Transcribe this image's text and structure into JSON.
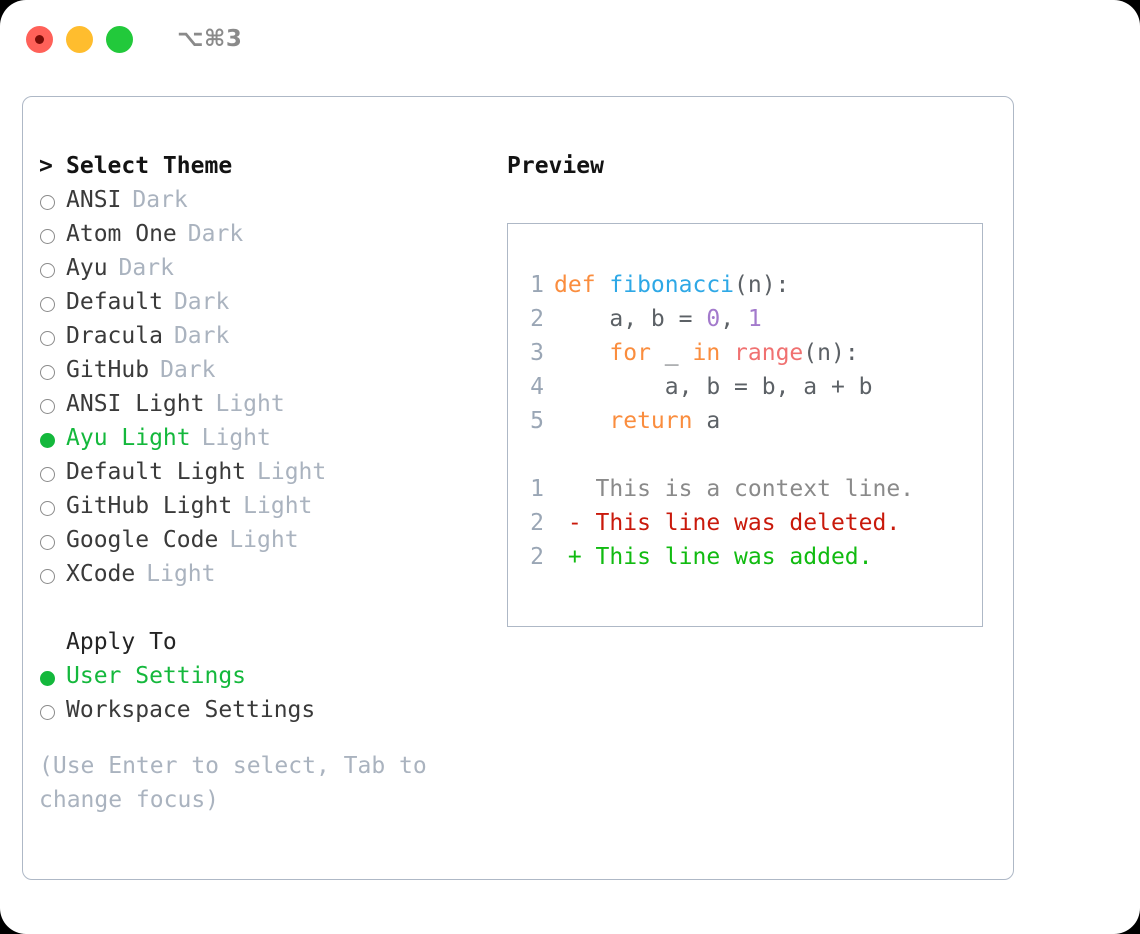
{
  "titlebar": {
    "shortcut": "⌥⌘3",
    "buttons": [
      "close",
      "minimize",
      "maximize"
    ]
  },
  "theme_list": {
    "header_marker": ">",
    "header": "Select Theme",
    "items": [
      {
        "marker": "circle",
        "name": "ANSI",
        "variant": "Dark",
        "selected": false
      },
      {
        "marker": "circle",
        "name": "Atom One",
        "variant": "Dark",
        "selected": false
      },
      {
        "marker": "circle",
        "name": "Ayu",
        "variant": "Dark",
        "selected": false
      },
      {
        "marker": "circle",
        "name": "Default",
        "variant": "Dark",
        "selected": false
      },
      {
        "marker": "circle",
        "name": "Dracula",
        "variant": "Dark",
        "selected": false
      },
      {
        "marker": "circle",
        "name": "GitHub",
        "variant": "Dark",
        "selected": false
      },
      {
        "marker": "circle",
        "name": "ANSI Light",
        "variant": "Light",
        "selected": false
      },
      {
        "marker": "filled-circle",
        "name": "Ayu Light",
        "variant": "Light",
        "selected": true
      },
      {
        "marker": "circle",
        "name": "Default Light",
        "variant": "Light",
        "selected": false
      },
      {
        "marker": "circle",
        "name": "GitHub Light",
        "variant": "Light",
        "selected": false
      },
      {
        "marker": "circle",
        "name": "Google Code",
        "variant": "Light",
        "selected": false
      },
      {
        "marker": "circle",
        "name": "XCode",
        "variant": "Light",
        "selected": false
      }
    ]
  },
  "apply_to": {
    "header": "Apply To",
    "options": [
      {
        "marker": "filled-circle",
        "label": "User Settings",
        "selected": true
      },
      {
        "marker": "circle",
        "label": "Workspace Settings",
        "selected": false
      }
    ]
  },
  "hint": {
    "line1": "(Use Enter to select, Tab to",
    "line2": "change focus)"
  },
  "preview": {
    "title": "Preview",
    "code": [
      {
        "lineno": "1",
        "tokens": [
          {
            "t": "def ",
            "c": "kw"
          },
          {
            "t": "fibonacci",
            "c": "fn"
          },
          {
            "t": "(n):",
            "c": "pl"
          }
        ]
      },
      {
        "lineno": "2",
        "tokens": [
          {
            "t": "    a, b = ",
            "c": "pl"
          },
          {
            "t": "0",
            "c": "num"
          },
          {
            "t": ", ",
            "c": "pl"
          },
          {
            "t": "1",
            "c": "num"
          }
        ]
      },
      {
        "lineno": "3",
        "tokens": [
          {
            "t": "    ",
            "c": "pl"
          },
          {
            "t": "for",
            "c": "kw"
          },
          {
            "t": " _ ",
            "c": "pl"
          },
          {
            "t": "in",
            "c": "kw"
          },
          {
            "t": " ",
            "c": "pl"
          },
          {
            "t": "range",
            "c": "bi"
          },
          {
            "t": "(n):",
            "c": "pl"
          }
        ]
      },
      {
        "lineno": "4",
        "tokens": [
          {
            "t": "        a, b = b, a + b",
            "c": "pl"
          }
        ]
      },
      {
        "lineno": "5",
        "tokens": [
          {
            "t": "    ",
            "c": "pl"
          },
          {
            "t": "return",
            "c": "kw"
          },
          {
            "t": " a",
            "c": "pl"
          }
        ]
      }
    ],
    "diff": [
      {
        "lineno": "1",
        "sign": " ",
        "text": "This is a context line.",
        "kind": "ctx"
      },
      {
        "lineno": "2",
        "sign": "-",
        "text": "This line was deleted.",
        "kind": "del"
      },
      {
        "lineno": "2",
        "sign": "+",
        "text": "This line was added.",
        "kind": "add"
      }
    ]
  },
  "colors": {
    "accent_green": "#14b83c",
    "muted": "#aab3bf",
    "border": "#aeb8c6",
    "kw_orange": "#fa8d3e",
    "fn_blue": "#2ea8e6",
    "num_purple": "#a37acc",
    "builtin_red": "#f07171",
    "diff_del": "#c9190b",
    "diff_add": "#11bb11"
  }
}
